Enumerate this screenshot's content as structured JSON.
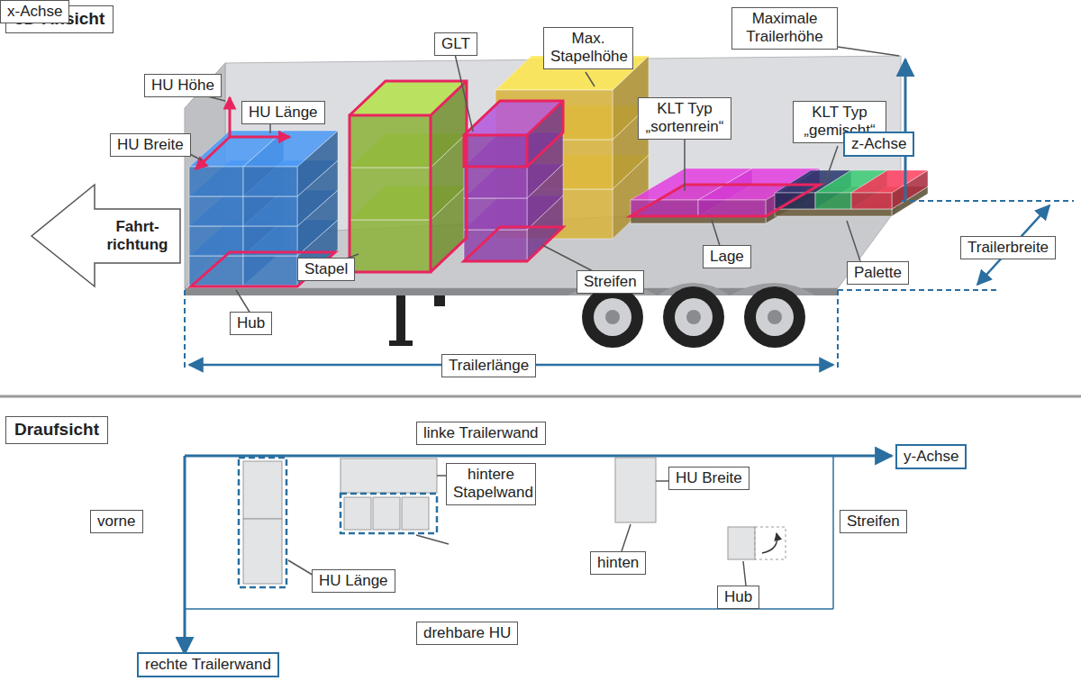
{
  "diagram": {
    "nodes": [
      {
        "text": [
          "3D-Ansicht"
        ]
      },
      {
        "text": [
          "HU Höhe"
        ]
      },
      {
        "text": [
          "HU Länge"
        ]
      },
      {
        "text": [
          "HU Breite"
        ]
      },
      {
        "text": [
          "GLT"
        ]
      },
      {
        "text": [
          "Max. Stapelhöhe"
        ]
      },
      {
        "text": [
          "Maximale Trailerhöhe"
        ]
      },
      {
        "text": [
          "KLT Typ „sortenrein“"
        ]
      },
      {
        "text": [
          "KLT Typ „gemischt“"
        ]
      },
      {
        "text": [
          "z-Achse"
        ]
      },
      {
        "text": [
          "Fahrt- richtung"
        ]
      },
      {
        "text": [
          "Stapel"
        ]
      },
      {
        "text": [
          "Streifen"
        ]
      },
      {
        "text": [
          "Lage"
        ]
      },
      {
        "text": [
          "Palette"
        ]
      },
      {
        "text": [
          "Trailerbreite"
        ]
      },
      {
        "text": [
          "Hub"
        ]
      },
      {
        "text": [
          "Trailerlänge"
        ]
      },
      {
        "text": [
          "Draufsicht"
        ]
      },
      {
        "text": [
          "linke Trailerwand"
        ]
      },
      {
        "text": [
          "y-Achse"
        ]
      },
      {
        "text": [
          "vorne"
        ]
      },
      {
        "text": [
          "HU Breite"
        ]
      },
      {
        "text": [
          "hintere Stapelwand"
        ]
      },
      {
        "text": [
          "Streifen"
        ]
      },
      {
        "text": [
          "hinten"
        ]
      },
      {
        "text": [
          "HU Länge"
        ]
      },
      {
        "text": [
          "Hub"
        ]
      },
      {
        "text": [
          "drehbare HU"
        ]
      },
      {
        "text": [
          "rechte Trailerwand"
        ]
      },
      {
        "text": [
          "x-Achse"
        ]
      }
    ]
  }
}
